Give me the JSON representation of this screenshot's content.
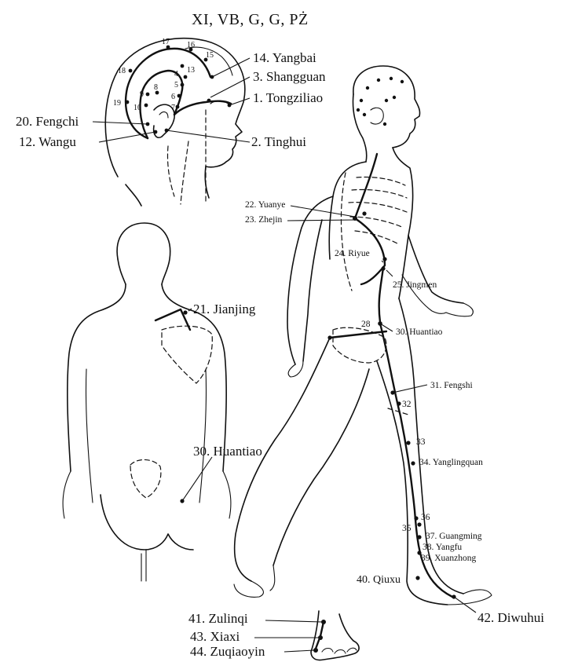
{
  "title": "XI, VB, G, G, PŻ",
  "head_points": {
    "numbers": [
      "17",
      "16",
      "15",
      "18",
      "4",
      "13",
      "5",
      "9",
      "8",
      "6",
      "10",
      "7",
      "19"
    ],
    "labels": {
      "yangbai": "14. Yangbai",
      "shangguan": "3. Shangguan",
      "tongziliao": "1. Tongziliao",
      "fengchi": "20. Fengchi",
      "wangu": "12. Wangu",
      "tinghui": "2. Tinghui"
    }
  },
  "back_points": {
    "jianjing": "21. Jianjing",
    "huantiao": "30. Huantiao"
  },
  "side_points": {
    "yuanye": "22. Yuanye",
    "zhejin": "23. Zhejin",
    "riyue": "24. Riyue",
    "jingmen": "25. Jingmen",
    "p28": "28",
    "huantiao": "30. Huantiao",
    "fengshi": "31. Fengshi",
    "p32": "32",
    "p33": "33",
    "yanglingquan": "34. Yanglingquan",
    "p35": "35",
    "p36": "36",
    "guangming": "37. Guangming",
    "yangfu": "38. Yangfu",
    "xuanzhong": "39. Xuanzhong",
    "qiuxu": "40. Qiuxu",
    "diwuhui": "42. Diwuhui"
  },
  "foot_points": {
    "zulinqi": "41. Zulinqi",
    "xiaxi": "43. Xiaxi",
    "zuqiaoyin": "44. Zuqiaoyin"
  },
  "icons": [
    "head-profile-figure",
    "back-view-figure",
    "walking-figure",
    "foot-figure"
  ]
}
